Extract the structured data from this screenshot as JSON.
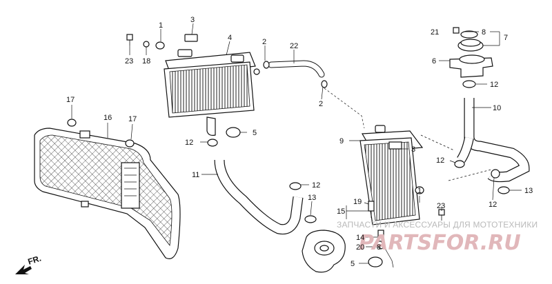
{
  "labels": {
    "l1a": "1",
    "l1b": "1",
    "l2a": "2",
    "l2b": "2",
    "l3a": "3",
    "l3b": "3",
    "l4": "4",
    "l5a": "5",
    "l5b": "5",
    "l6": "6",
    "l7": "7",
    "l8a": "8",
    "l8b": "8",
    "l9": "9",
    "l10": "10",
    "l11": "11",
    "l12a": "12",
    "l12b": "12",
    "l12c": "12",
    "l12d": "12",
    "l12e": "12",
    "l13a": "13",
    "l13b": "13",
    "l14": "14",
    "l15": "15",
    "l16": "16",
    "l17a": "17",
    "l17b": "17",
    "l18": "18",
    "l19": "19",
    "l20": "20",
    "l21": "21",
    "l22": "22",
    "l23a": "23",
    "l23b": "23"
  },
  "watermark": {
    "line1": "ЗАПЧАСТИ И АКСЕССУАРЫ ДЛЯ МОТОТЕХНИКИ",
    "line2": "PARTSFOR.RU"
  },
  "direction_marker": "FR.",
  "colors": {
    "line": "#111111",
    "watermark_text": "#b9b9b9",
    "watermark_logo": "#e1b7ba"
  }
}
